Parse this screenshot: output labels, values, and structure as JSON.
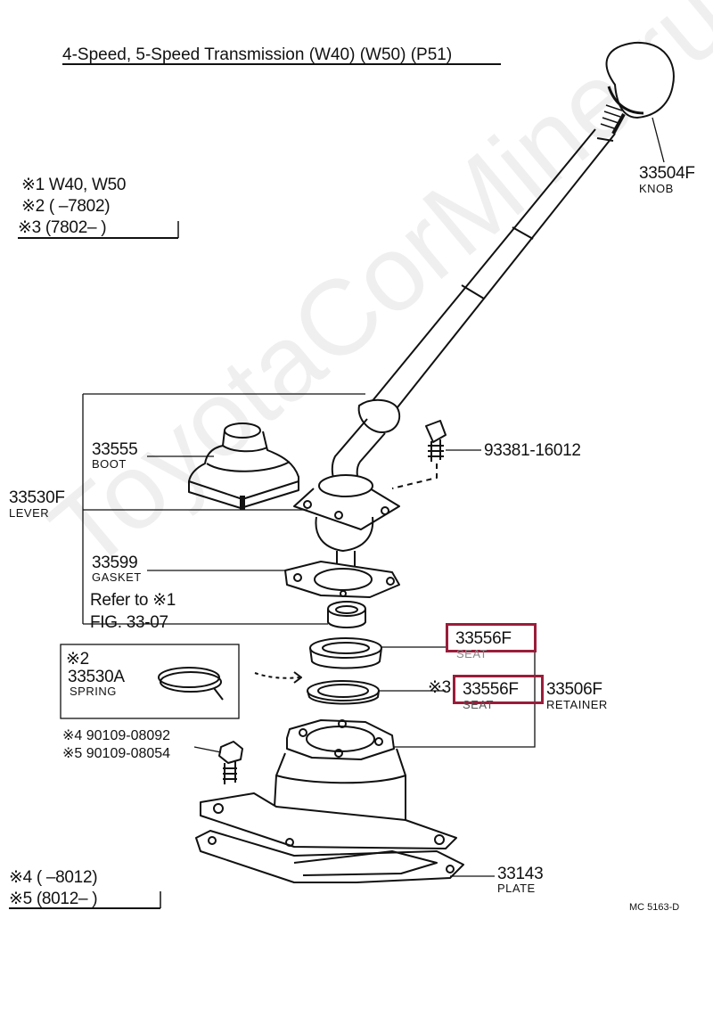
{
  "title": "4-Speed, 5-Speed Transmission (W40) (W50) (P51)",
  "notes": {
    "n1": "※1 W40, W50",
    "n2": "※2 (        –7802)",
    "n3": "※3 (7802–          )",
    "n4": "※4 (        –8012)",
    "n5": "※5 (8012–          )"
  },
  "parts": {
    "knob": {
      "number": "33504F",
      "name": "KNOB"
    },
    "bolt": {
      "number": "93381-16012"
    },
    "boot": {
      "number": "33555",
      "name": "BOOT"
    },
    "lever": {
      "number": "33530F",
      "name": "LEVER"
    },
    "gasket": {
      "number": "33599",
      "name": "GASKET"
    },
    "refer_line1": "Refer to  ※1",
    "refer_line2": "FIG. 33-07",
    "seat1": {
      "number": "33556F",
      "name": "SEAT"
    },
    "seat2": {
      "prefix": "※3",
      "number": "33556F",
      "name": "SEAT"
    },
    "retainer": {
      "number": "33506F",
      "name": "RETAINER"
    },
    "spring": {
      "ref": "※2",
      "number": "33530A",
      "name": "SPRING"
    },
    "bolt4": "※4 90109-08092",
    "bolt5": "※5 90109-08054",
    "plate": {
      "number": "33143",
      "name": "PLATE"
    }
  },
  "code": "MC 5163-D",
  "watermark": "ToyotaCorMine.ru",
  "highlight_color": "#9a1d3a"
}
